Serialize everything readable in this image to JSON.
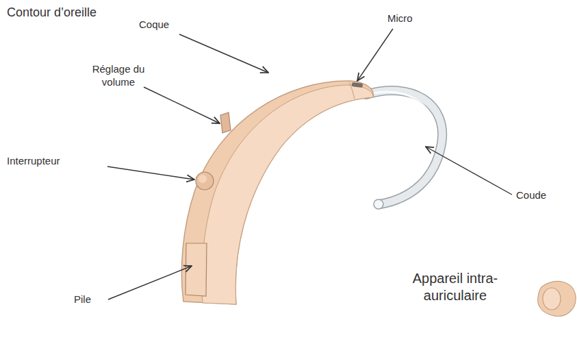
{
  "diagram": {
    "title": "Contour d’oreille",
    "labels": [
      "Coque",
      "Micro",
      "Réglage du volume",
      "Interrupteur",
      "Pile",
      "Coude",
      "Appareil intra-auriculaire"
    ]
  }
}
